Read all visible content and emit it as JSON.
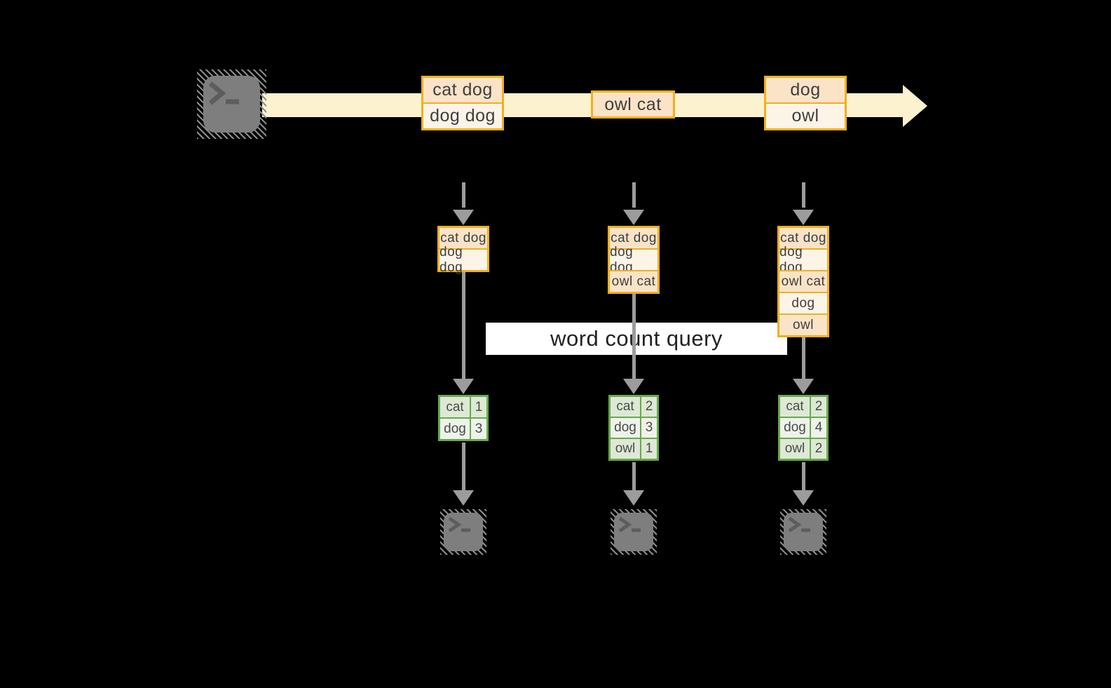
{
  "diagram": {
    "label": "word count query",
    "stream": {
      "batches": [
        {
          "rows": [
            "cat dog",
            "dog dog"
          ]
        },
        {
          "rows": [
            "owl cat"
          ]
        },
        {
          "rows": [
            "dog",
            "owl"
          ]
        }
      ]
    },
    "columns": [
      {
        "buffer": [
          "cat dog",
          "dog dog"
        ],
        "counts": [
          {
            "word": "cat",
            "count": "1"
          },
          {
            "word": "dog",
            "count": "3"
          }
        ]
      },
      {
        "buffer": [
          "cat dog",
          "dog dog",
          "owl cat"
        ],
        "counts": [
          {
            "word": "cat",
            "count": "2"
          },
          {
            "word": "dog",
            "count": "3"
          },
          {
            "word": "owl",
            "count": "1"
          }
        ]
      },
      {
        "buffer": [
          "cat dog",
          "dog dog",
          "owl cat",
          "dog",
          "owl"
        ],
        "counts": [
          {
            "word": "cat",
            "count": "2"
          },
          {
            "word": "dog",
            "count": "4"
          },
          {
            "word": "owl",
            "count": "2"
          }
        ]
      }
    ],
    "icons": {
      "source": "terminal-icon",
      "sinks": [
        "terminal-icon",
        "terminal-icon",
        "terminal-icon"
      ]
    },
    "colors": {
      "background": "#000000",
      "stream_band": "#fdf2cf",
      "box_border": "#f0b01e",
      "box_fill_dark": "#fae3c7",
      "box_fill_light": "#fdf4e8",
      "table_border": "#6aa84f",
      "table_cell_dark": "#dde9d4",
      "table_cell_light": "#eef3e9",
      "arrow_gray": "#9c9c9c",
      "icon_gray": "#7e7e7e",
      "label_bg": "#ffffff",
      "text_dark": "#3e3e3e"
    }
  }
}
